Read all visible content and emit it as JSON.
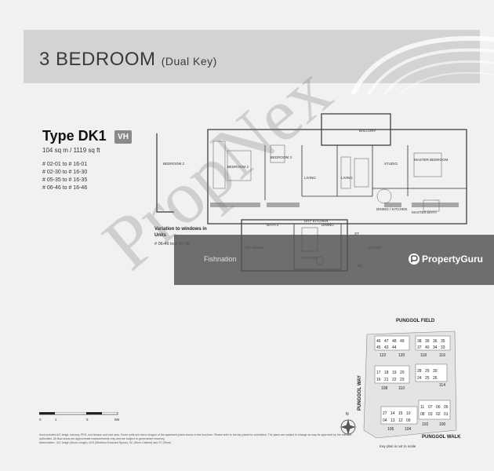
{
  "header": {
    "title": "3 BEDROOM",
    "subtitle": "(Dual Key)"
  },
  "unit_type": {
    "name": "Type DK1",
    "badge": "VH",
    "area": "104 sq m / 1119 sq ft",
    "units": [
      "# 02-01 to # 16-01",
      "# 02-30 to # 16-30",
      "# 05-35 to # 16-35",
      "# 06-46 to # 16-46"
    ]
  },
  "rooms": {
    "balcony": "BALCONY",
    "bedroom2_left": "BEDROOM 2",
    "bedroom2": "BEDROOM 2",
    "bedroom3": "BEDROOM 3",
    "living": "LIVING",
    "living2": "LIVING",
    "studio": "STUDIO",
    "master_bedroom": "MASTER BEDROOM",
    "dining_kitchen": "DINING / KITCHEN",
    "master_bath": "MASTER BATH",
    "bath2": "BATH 2",
    "dry_kitchen": "DRY KITCHEN",
    "dining": "DINING",
    "ac_ledge": "A/C LEDGE",
    "kitchen": "KITCHEN",
    "foyer": "FOYER",
    "sc": "SC",
    "st": "ST"
  },
  "variation": {
    "title": "Variation to windows in Units",
    "units": "# 06-46 to # 16-46"
  },
  "banner": {
    "left_text": "Fishnation",
    "right_text": "PropertyGuru"
  },
  "watermark": "PropNex",
  "key_plan": {
    "title": "PUNGGOL FIELD",
    "road_left": "PUNGGOL WAY",
    "road_right": "PUNGGOL WALK",
    "north": "N",
    "caption": "Key plan is not to scale",
    "block_numbers": [
      "122",
      "120",
      "118",
      "116",
      "108",
      "110",
      "114",
      "106",
      "104",
      "102",
      "100"
    ],
    "unit_numbers": [
      "46",
      "47",
      "48",
      "49",
      "38",
      "39",
      "36",
      "35",
      "45",
      "43",
      "44",
      "37",
      "40",
      "34",
      "33",
      "17",
      "18",
      "19",
      "20",
      "28",
      "29",
      "30",
      "16",
      "21",
      "22",
      "23",
      "24",
      "25",
      "26",
      "27",
      "14",
      "15",
      "10",
      "11",
      "07",
      "06",
      "05",
      "04",
      "13",
      "12",
      "09",
      "08",
      "03",
      "02",
      "01"
    ]
  },
  "scale": {
    "ticks": [
      "0",
      "1",
      "5",
      "6M"
    ]
  },
  "footnote": "Area includes A/C ledge, balcony, PES, roof terrace and void area. Some units are mirror images of the apartment plans shown in the brochure. Please refer to the key plans for orientation. The plans are subject to change as may be approved by the relevant authorities. All floor areas are approximate measurements only and are subject to government resurvey.",
  "abbreviation": "Abbreviation : A/C ledge (Aircon Ledge), W/S (Wireless Enclosed Space), SC (Shoe Cabinet) and ST (Store)"
}
